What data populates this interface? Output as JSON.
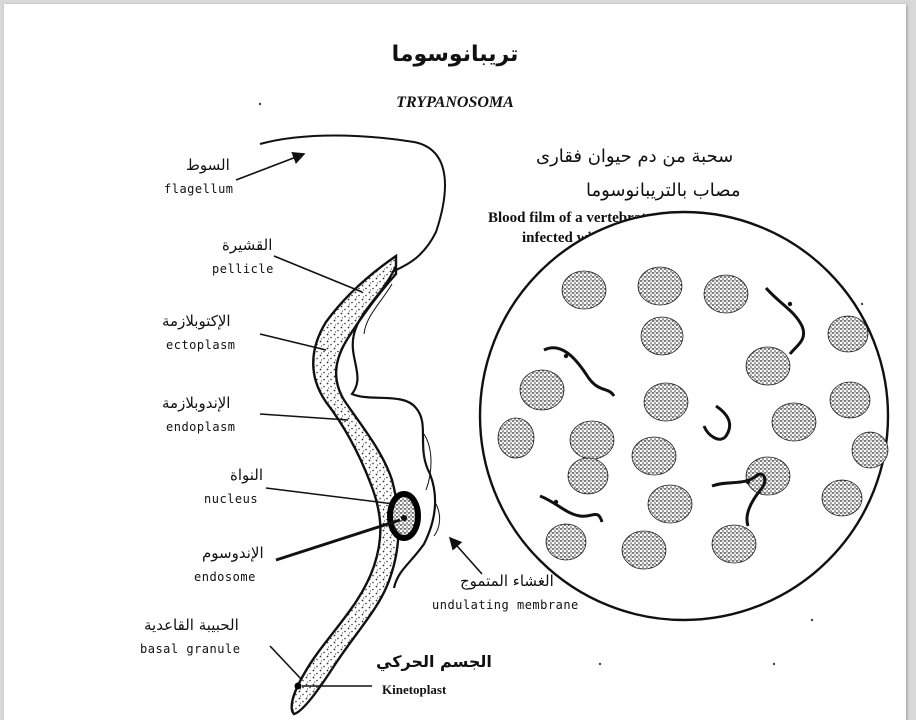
{
  "title_ar": "تريبانوسوما",
  "title_en": "TRYPANOSOMA",
  "caption": {
    "ar_line1": "سحبة من دم حيوان فقارى",
    "ar_line2": "مصاب بالتريبانوسوما",
    "en_line1": "Blood film of a vertebrate animal",
    "en_line2": "infected with Trypanosoma"
  },
  "labels": [
    {
      "id": "flagellum",
      "ar": "السوط",
      "en": "flagellum"
    },
    {
      "id": "pellicle",
      "ar": "القشيرة",
      "en": "pellicle"
    },
    {
      "id": "ectoplasm",
      "ar": "الإكتوبلازمة",
      "en": "ectoplasm"
    },
    {
      "id": "endoplasm",
      "ar": "الإندوبلازمة",
      "en": "endoplasm"
    },
    {
      "id": "nucleus",
      "ar": "النواة",
      "en": "nucleus"
    },
    {
      "id": "endosome",
      "ar": "الإندوسوم",
      "en": "endosome"
    },
    {
      "id": "basal-granule",
      "ar": "الحبيبة القاعدية",
      "en": "basal granule"
    },
    {
      "id": "undulating-membrane",
      "ar": "الغشاء المتموج",
      "en": "undulating membrane"
    },
    {
      "id": "kinetoplast",
      "ar": "الجسم الحركي",
      "en": "Kinetoplast"
    }
  ],
  "colors": {
    "ink": "#111111",
    "page": "#ffffff",
    "backdrop": "#d9d9d9"
  }
}
